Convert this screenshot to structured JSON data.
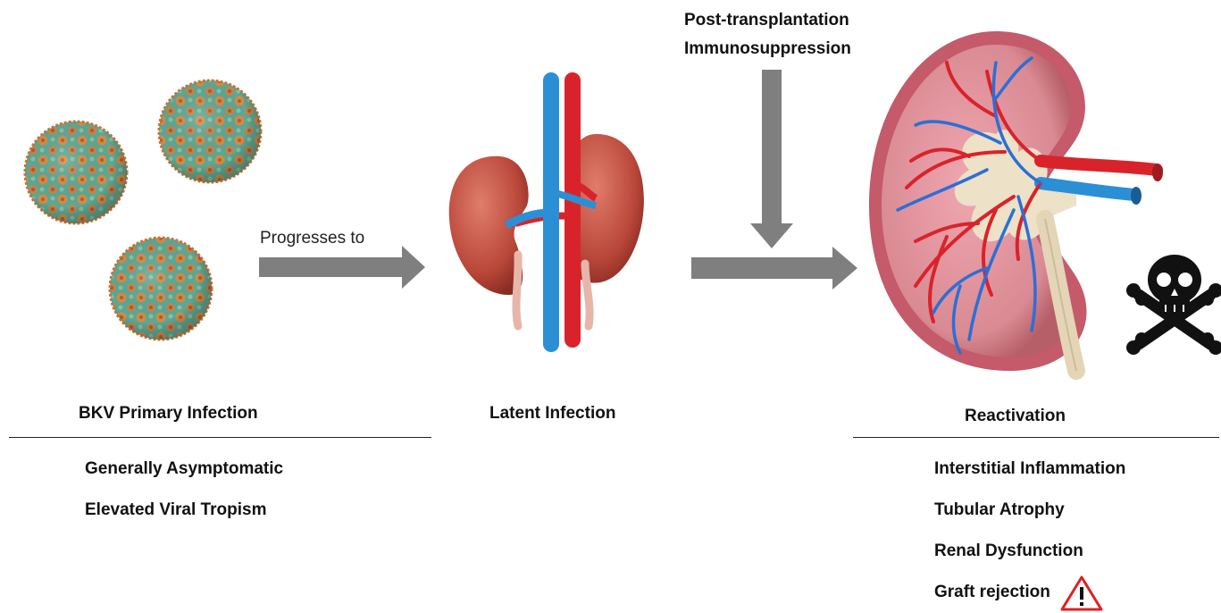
{
  "stages": {
    "primary": {
      "title": "BKV Primary Infection",
      "notes": [
        "Generally Asymptomatic",
        "Elevated Viral Tropism"
      ]
    },
    "latent": {
      "title": "Latent Infection"
    },
    "reactivation": {
      "title": "Reactivation",
      "notes": [
        "Interstitial Inflammation",
        "Tubular Atrophy",
        "Renal Dysfunction",
        "Graft rejection"
      ]
    }
  },
  "arrows": {
    "progress_label": "Progresses to",
    "trigger_line1": "Post-transplantation",
    "trigger_line2": "Immunosuppression"
  },
  "icons": {
    "virus": "virus-particle-icon",
    "kidneys": "kidney-pair-icon",
    "kidney_section": "kidney-cross-section-icon",
    "skull": "skull-crossbones-icon",
    "warning": "warning-triangle-icon"
  },
  "colors": {
    "arrow": "#7f7f7f",
    "artery": "#d9232a",
    "vein": "#2b8fd6",
    "kidney": "#c4584a",
    "virus_base": "#4fa79a",
    "virus_spot": "#d98a3f"
  }
}
